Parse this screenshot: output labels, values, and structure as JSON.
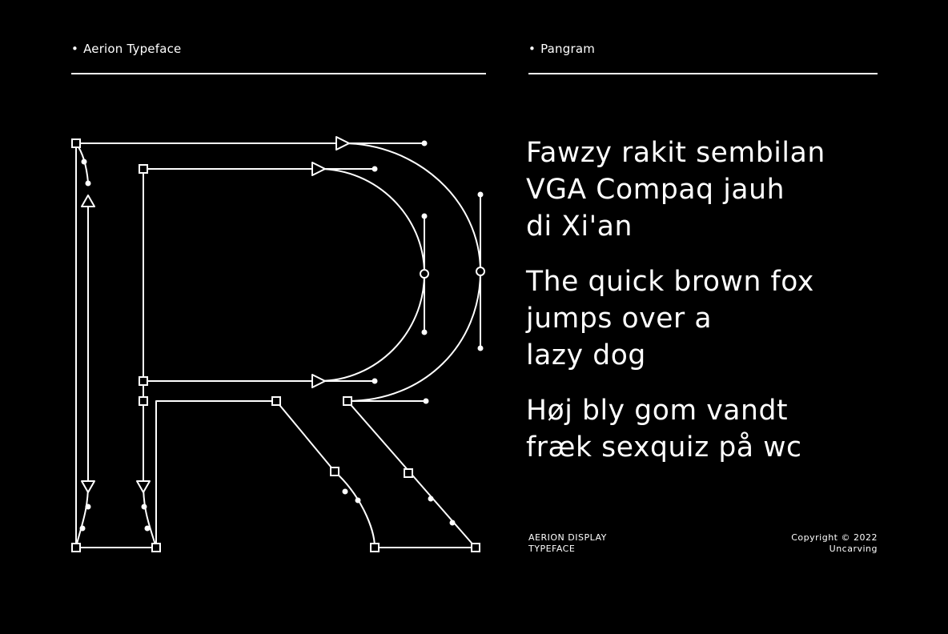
{
  "header": {
    "left_label": "Aerion Typeface",
    "right_label": "Pangram",
    "bullet": "•"
  },
  "glyph": {
    "letter": "R",
    "style": "outline-construction"
  },
  "pangrams": [
    {
      "lines": [
        "Fawzy rakit sembilan",
        "VGA Compaq jauh",
        "di Xi'an"
      ]
    },
    {
      "lines": [
        "The quick brown fox",
        "jumps over a",
        "lazy dog"
      ]
    },
    {
      "lines": [
        "Høj bly gom vandt",
        "fræk sexquiz på wc"
      ]
    }
  ],
  "footer": {
    "left": [
      "AERION DISPLAY",
      "TYPEFACE"
    ],
    "right": [
      "Copyright © 2022",
      "Uncarving"
    ]
  },
  "colors": {
    "background": "#000000",
    "foreground": "#ffffff"
  }
}
